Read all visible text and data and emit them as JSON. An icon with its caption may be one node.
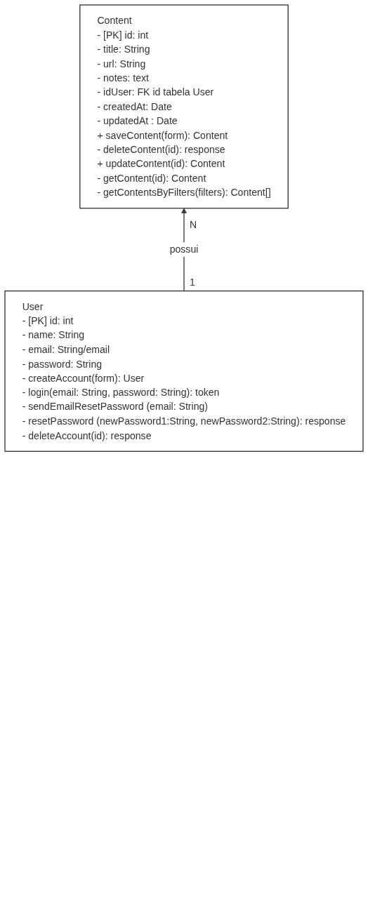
{
  "diagram": {
    "nodes": [
      {
        "text": [
          "Content",
          "- [PK] id: int",
          "- title: String",
          "- url: String",
          "- notes: text",
          "- idUser: FK id tabela User",
          "- createdAt: Date",
          "- updatedAt : Date",
          "+ saveContent(form): Content",
          "- deleteContent(id): response",
          "+ updateContent(id): Content",
          "- getContent(id): Content",
          "- getContentsByFilters(filters): Content[]"
        ]
      },
      {
        "text": [
          "User",
          "- [PK] id: int",
          "- name: String",
          "- email: String/email",
          "- password: String",
          "- createAccount(form): User",
          "- login(email: String, password: String): token",
          "- sendEmailResetPassword (email: String)",
          "- resetPassword (newPassword1:String, newPassword2:String): response",
          "-  deleteAccount(id): response"
        ]
      }
    ],
    "edges": [
      {
        "from": 1,
        "to": 0,
        "arrow": "to",
        "label": "possui"
      }
    ],
    "labels": [
      "N",
      "1"
    ]
  }
}
